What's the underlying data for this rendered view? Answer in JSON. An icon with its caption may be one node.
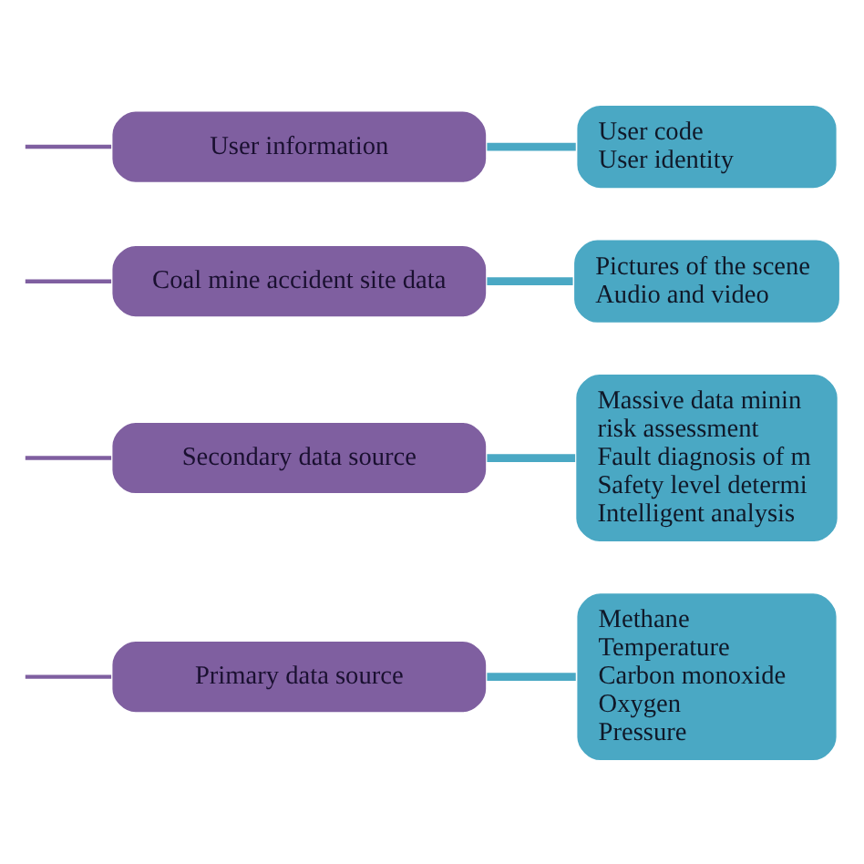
{
  "diagram": {
    "nodes": [
      {
        "text": [
          "Primary data source"
        ]
      },
      {
        "text": [
          "Methane",
          "Temperature",
          "Carbon monoxide",
          "Oxygen",
          "Pressure"
        ]
      },
      {
        "text": [
          "Secondary data source"
        ]
      },
      {
        "text": [
          "Massive data minin",
          "risk assessment",
          "Fault diagnosis of m",
          "Safety level determi",
          "Intelligent analysis"
        ]
      },
      {
        "text": [
          "Coal mine accident site data"
        ]
      },
      {
        "text": [
          "Pictures of the scene",
          "Audio and video"
        ]
      },
      {
        "text": [
          "User information"
        ]
      },
      {
        "text": [
          "User code",
          "User identity"
        ]
      }
    ],
    "edges": [
      {
        "from": null,
        "to": 0,
        "arrow": "none",
        "color": "#7f5fa0"
      },
      {
        "from": null,
        "to": 2,
        "arrow": "none",
        "color": "#7f5fa0"
      },
      {
        "from": null,
        "to": 4,
        "arrow": "none",
        "color": "#7f5fa0"
      },
      {
        "from": null,
        "to": 6,
        "arrow": "none",
        "color": "#7f5fa0"
      },
      {
        "from": 0,
        "to": 1,
        "arrow": "none",
        "style": "thick"
      },
      {
        "from": 2,
        "to": 3,
        "arrow": "none",
        "style": "thick"
      },
      {
        "from": 4,
        "to": 5,
        "arrow": "none",
        "style": "thick"
      },
      {
        "from": 6,
        "to": 7,
        "arrow": "none",
        "style": "thick"
      }
    ]
  }
}
